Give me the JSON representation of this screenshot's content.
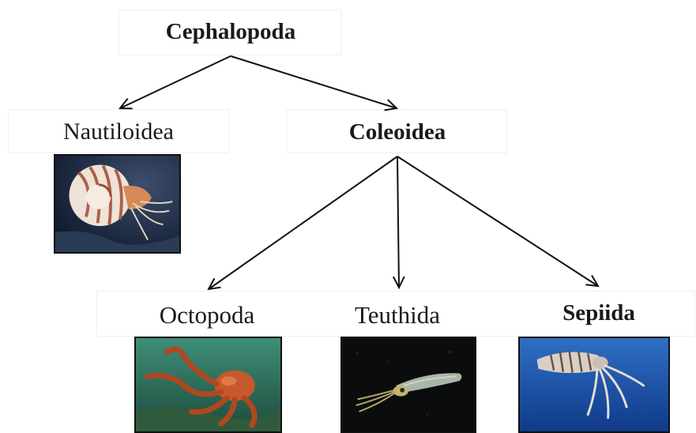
{
  "root": {
    "label": "Cephalopoda"
  },
  "level1": {
    "nautiloidea": {
      "label": "Nautiloidea",
      "image": "nautilus-photo"
    },
    "coleoidea": {
      "label": "Coleoidea"
    }
  },
  "level2": {
    "octopoda": {
      "label": "Octopoda",
      "image": "octopus-photo"
    },
    "teuthida": {
      "label": "Teuthida",
      "image": "squid-photo"
    },
    "sepiida": {
      "label": "Sepiida",
      "image": "cuttlefish-photo"
    }
  },
  "colors": {
    "arrow": "#111111",
    "text": "#1a1a1a",
    "photo_border": "#111111"
  }
}
